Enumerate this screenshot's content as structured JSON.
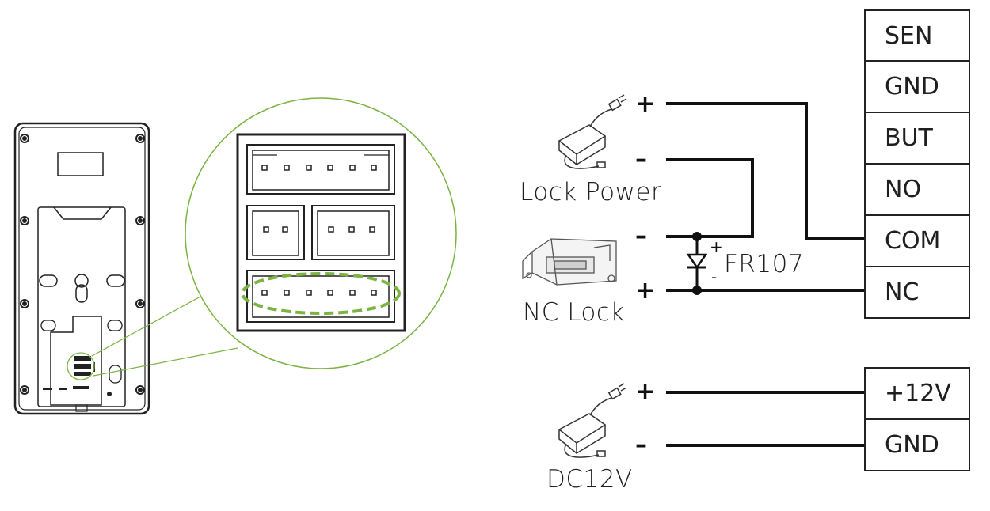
{
  "terminals_top": [
    "SEN",
    "GND",
    "BUT",
    "NO",
    "COM",
    "NC"
  ],
  "terminals_bottom": [
    "+12V",
    "GND"
  ],
  "labels": {
    "lock_power": "Lock Power",
    "nc_lock": "NC Lock",
    "dc12v": "DC12V",
    "diode": "FR107"
  },
  "signs": {
    "plus": "+",
    "minus": "–"
  },
  "diode_marks": {
    "plus": "+",
    "minus": "-"
  },
  "colors": {
    "wire": "#111111",
    "highlight": "#7cb342",
    "magnifier": "#7cb342",
    "device": "#222222"
  }
}
